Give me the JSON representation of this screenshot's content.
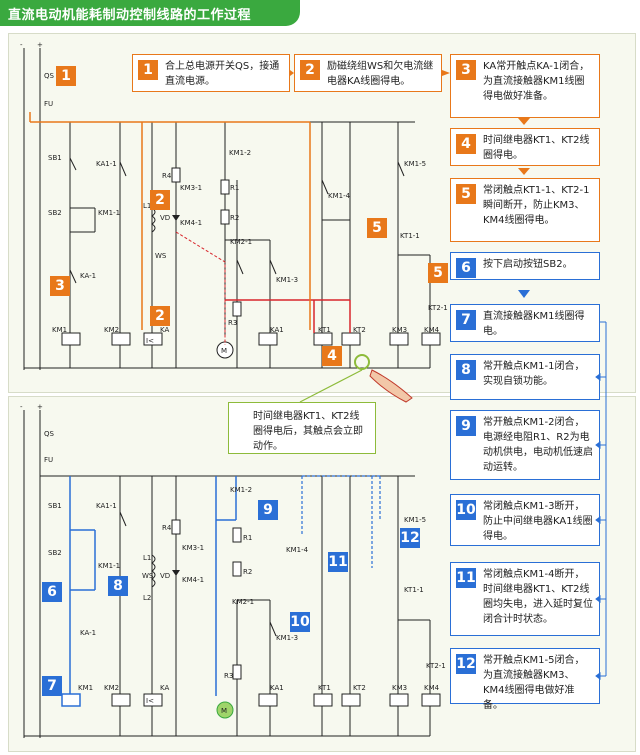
{
  "title": "直流电动机能耗制动控制线路的工作过程",
  "colors": {
    "orange": "#e8781a",
    "blue": "#2a6fd6",
    "green": "#3aa93f",
    "red": "#d8262c"
  },
  "steps": [
    {
      "n": "1",
      "text": "合上总电源开关QS，接通直流电源。"
    },
    {
      "n": "2",
      "text": "励磁绕组WS和欠电流继电器KA线圈得电。"
    },
    {
      "n": "3",
      "text": "KA常开触点KA-1闭合，为直流接触器KM1线圈得电做好准备。"
    },
    {
      "n": "4",
      "text": "时间继电器KT1、KT2线圈得电。"
    },
    {
      "n": "5",
      "text": "常闭触点KT1-1、KT2-1瞬间断开，防止KM3、KM4线圈得电。"
    },
    {
      "n": "6",
      "text": "按下启动按钮SB2。"
    },
    {
      "n": "7",
      "text": "直流接触器KM1线圈得电。"
    },
    {
      "n": "8",
      "text": "常开触点KM1-1闭合，实现自锁功能。"
    },
    {
      "n": "9",
      "text": "常开触点KM1-2闭合，电源经电阻R1、R2为电动机供电，电动机低速启动运转。"
    },
    {
      "n": "10",
      "text": "常闭触点KM1-3断开，防止中间继电器KA1线圈得电。"
    },
    {
      "n": "11",
      "text": "常闭触点KM1-4断开，时间继电器KT1、KT2线圈均失电，进入延时复位闭合计时状态。"
    },
    {
      "n": "12",
      "text": "常开触点KM1-5闭合，为直流接触器KM3、KM4线圈得电做好准备。"
    }
  ],
  "note": "时间继电器KT1、KT2线圈得电后，其触点会立即动作。",
  "labels": {
    "minus": "-",
    "plus": "+",
    "qs": "QS",
    "fu": "FU",
    "sb1": "SB1",
    "sb2": "SB2",
    "ka1": "KA-1",
    "km1_1": "KM1-1",
    "ka1_relay": "KA1-1",
    "l1": "L1",
    "l2": "L2",
    "ws": "WS",
    "vd": "VD",
    "r4": "R4",
    "r1": "R1",
    "r2": "R2",
    "r3": "R3",
    "km1_2": "KM1-2",
    "km3_1": "KM3-1",
    "km4_1": "KM4-1",
    "km2_1": "KM2-1",
    "km1_3": "KM1-3",
    "km1_4": "KM1-4",
    "km1_5": "KM1-5",
    "kt1_1": "KT1-1",
    "kt2_1": "KT2-1",
    "km1": "KM1",
    "km2": "KM2",
    "ka": "KA",
    "ka1_coil": "KA1",
    "kt1": "KT1",
    "kt2": "KT2",
    "km3": "KM3",
    "km4": "KM4",
    "motor": "M",
    "coil_i": "I<"
  }
}
